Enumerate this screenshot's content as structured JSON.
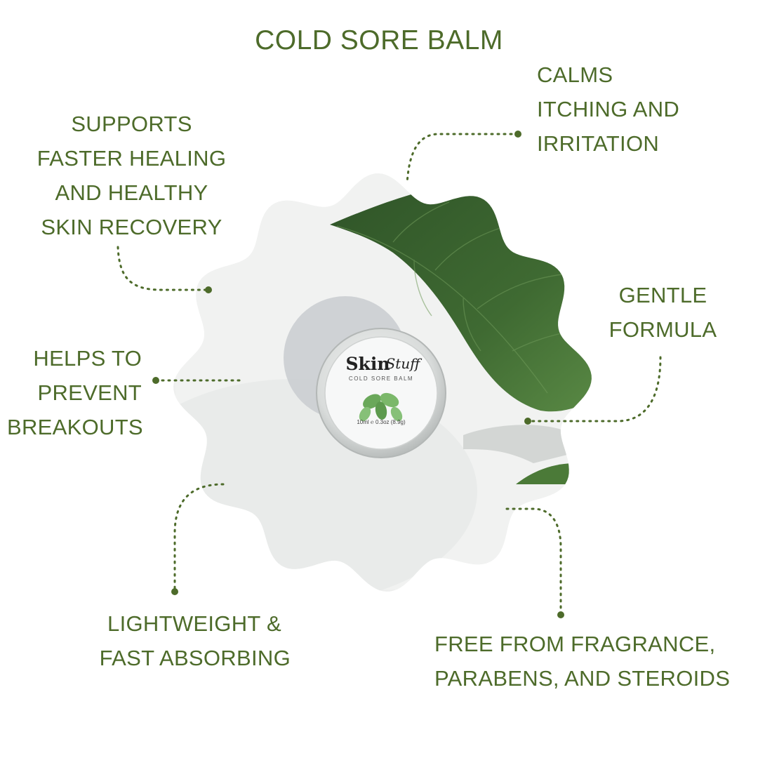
{
  "title": "COLD SORE BALM",
  "callouts": {
    "top_right": [
      "CALMS",
      "ITCHING AND",
      "IRRITATION"
    ],
    "top_left": [
      "SUPPORTS",
      "FASTER HEALING",
      "AND HEALTHY",
      "SKIN RECOVERY"
    ],
    "mid_right": [
      "GENTLE",
      "FORMULA"
    ],
    "mid_left": [
      "HELPS TO",
      "PREVENT",
      "BREAKOUTS"
    ],
    "bottom_left": [
      "LIGHTWEIGHT &",
      "FAST ABSORBING"
    ],
    "bottom_right": [
      "FREE FROM FRAGRANCE,",
      "PARABENS, AND STEROIDS"
    ]
  },
  "product": {
    "brand_skin": "Skin",
    "brand_stuff": "Stuff",
    "name": "COLD SORE BALM",
    "size": "10ml ℮ 0.3oz (8.9g)"
  },
  "colors": {
    "text": "#4d6b2a",
    "connector": "#4d6b2a",
    "leaf": "#3f6a32",
    "background": "#ffffff"
  }
}
